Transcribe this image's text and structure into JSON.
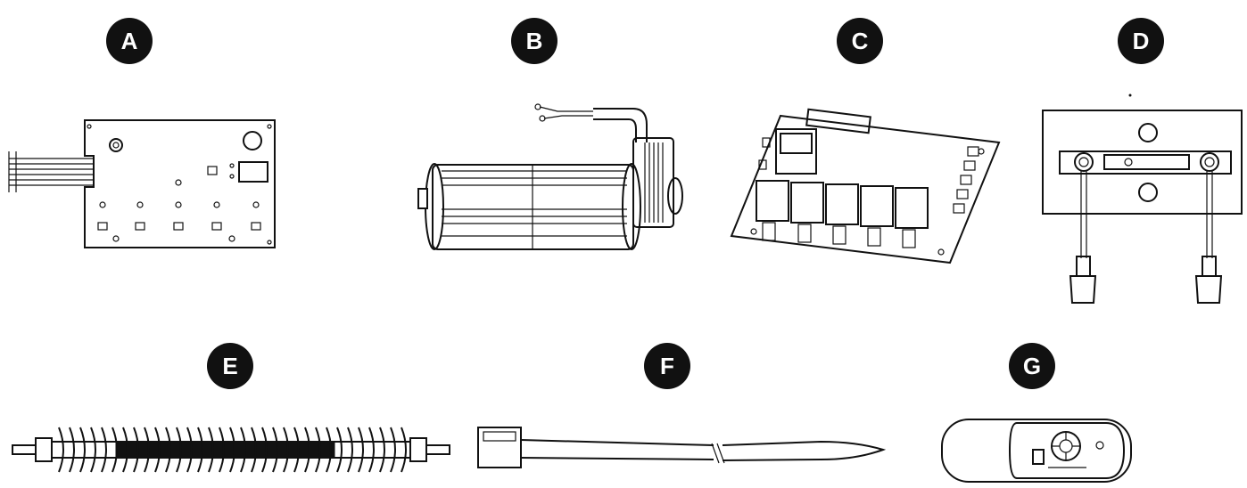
{
  "labels": {
    "a": "A",
    "b": "B",
    "c": "C",
    "d": "D",
    "e": "E",
    "f": "F",
    "g": "G"
  },
  "colors": {
    "badge_bg": "#111111",
    "badge_text": "#ffffff",
    "line": "#111111"
  }
}
